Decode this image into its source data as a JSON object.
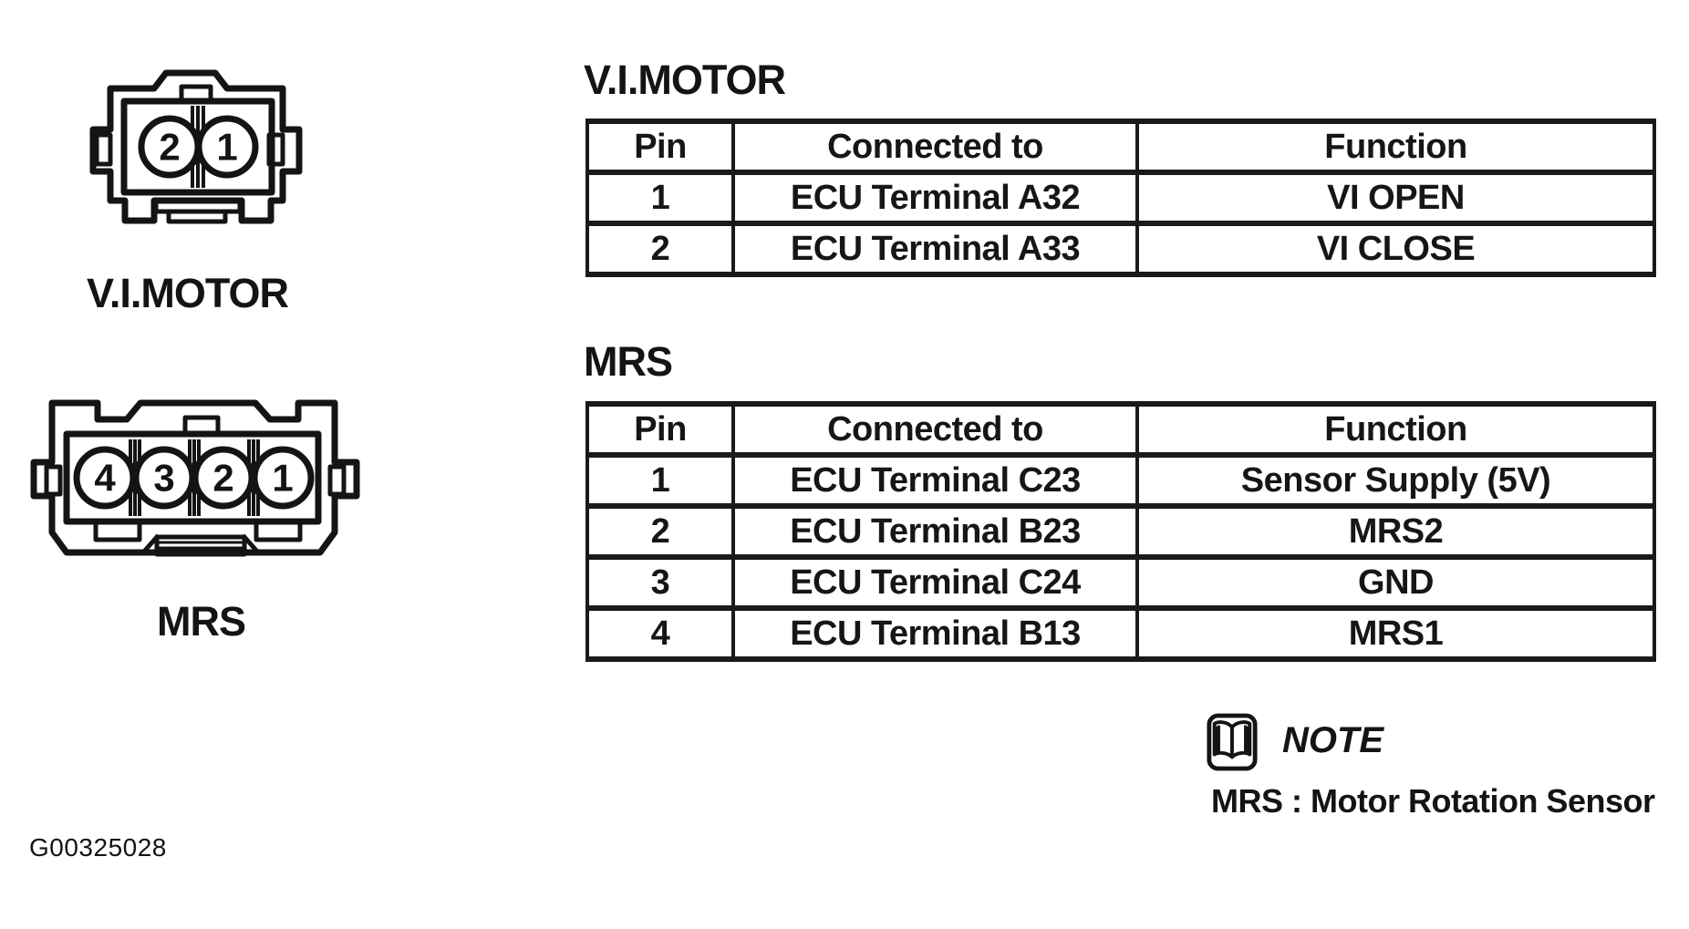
{
  "figure": {
    "code": "G00325028"
  },
  "connectors": [
    {
      "label": "V.I.MOTOR",
      "pins": [
        "2",
        "1"
      ]
    },
    {
      "label": "MRS",
      "pins": [
        "4",
        "3",
        "2",
        "1"
      ]
    }
  ],
  "sections": [
    {
      "title": "V.I.MOTOR",
      "table": {
        "headers": [
          "Pin",
          "Connected to",
          "Function"
        ],
        "rows": [
          [
            "1",
            "ECU Terminal A32",
            "VI OPEN"
          ],
          [
            "2",
            "ECU Terminal A33",
            "VI CLOSE"
          ]
        ]
      }
    },
    {
      "title": "MRS",
      "table": {
        "headers": [
          "Pin",
          "Connected to",
          "Function"
        ],
        "rows": [
          [
            "1",
            "ECU Terminal C23",
            "Sensor Supply (5V)"
          ],
          [
            "2",
            "ECU Terminal B23",
            "MRS2"
          ],
          [
            "3",
            "ECU Terminal C24",
            "GND"
          ],
          [
            "4",
            "ECU Terminal B13",
            "MRS1"
          ]
        ]
      }
    }
  ],
  "note": {
    "icon": "open-book-icon",
    "label": "NOTE",
    "text": "MRS : Motor Rotation Sensor"
  },
  "colors": {
    "ink": "#141414",
    "paper": "#ffffff"
  }
}
